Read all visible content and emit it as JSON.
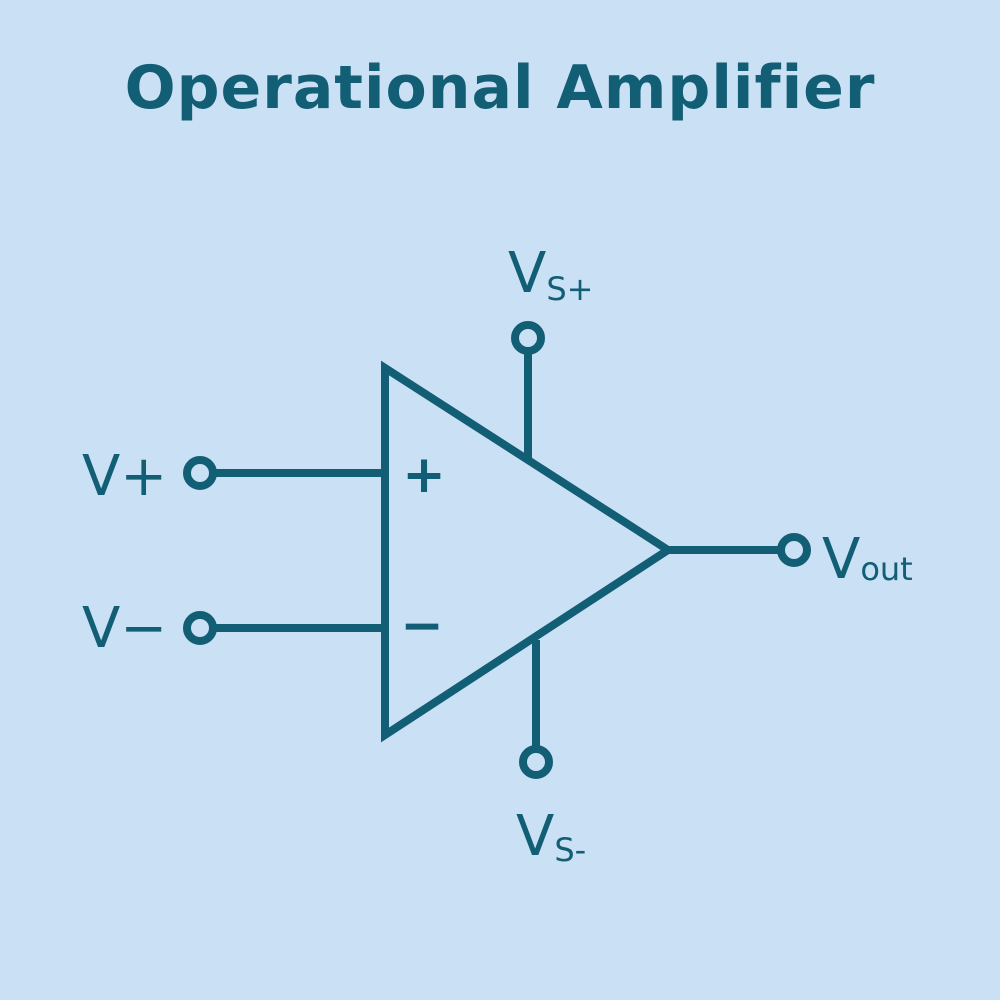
{
  "title": "Operational Amplifier",
  "colors": {
    "background": "#cae0f4",
    "ink": "#115e75"
  },
  "labels": {
    "supply_positive": {
      "main": "V",
      "sub": "S+"
    },
    "supply_negative": {
      "main": "V",
      "sub": "S-"
    },
    "noninverting_input": {
      "text": "V+"
    },
    "inverting_input": {
      "text": "V−"
    },
    "output": {
      "main": "V",
      "sub": "out"
    },
    "plus_sign": "+",
    "minus_sign": "−"
  }
}
